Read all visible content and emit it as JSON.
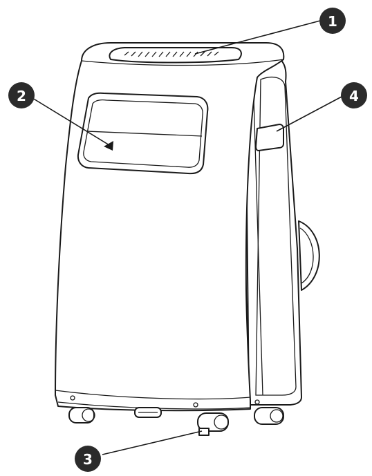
{
  "callouts": [
    {
      "number": "1",
      "target": "top-air-outlet"
    },
    {
      "number": "2",
      "target": "front-handle"
    },
    {
      "number": "3",
      "target": "caster-wheel"
    },
    {
      "number": "4",
      "target": "side-handle"
    }
  ],
  "colors": {
    "badge": "#2b2b2b",
    "line": "#1a1a1a",
    "background": "#ffffff"
  }
}
